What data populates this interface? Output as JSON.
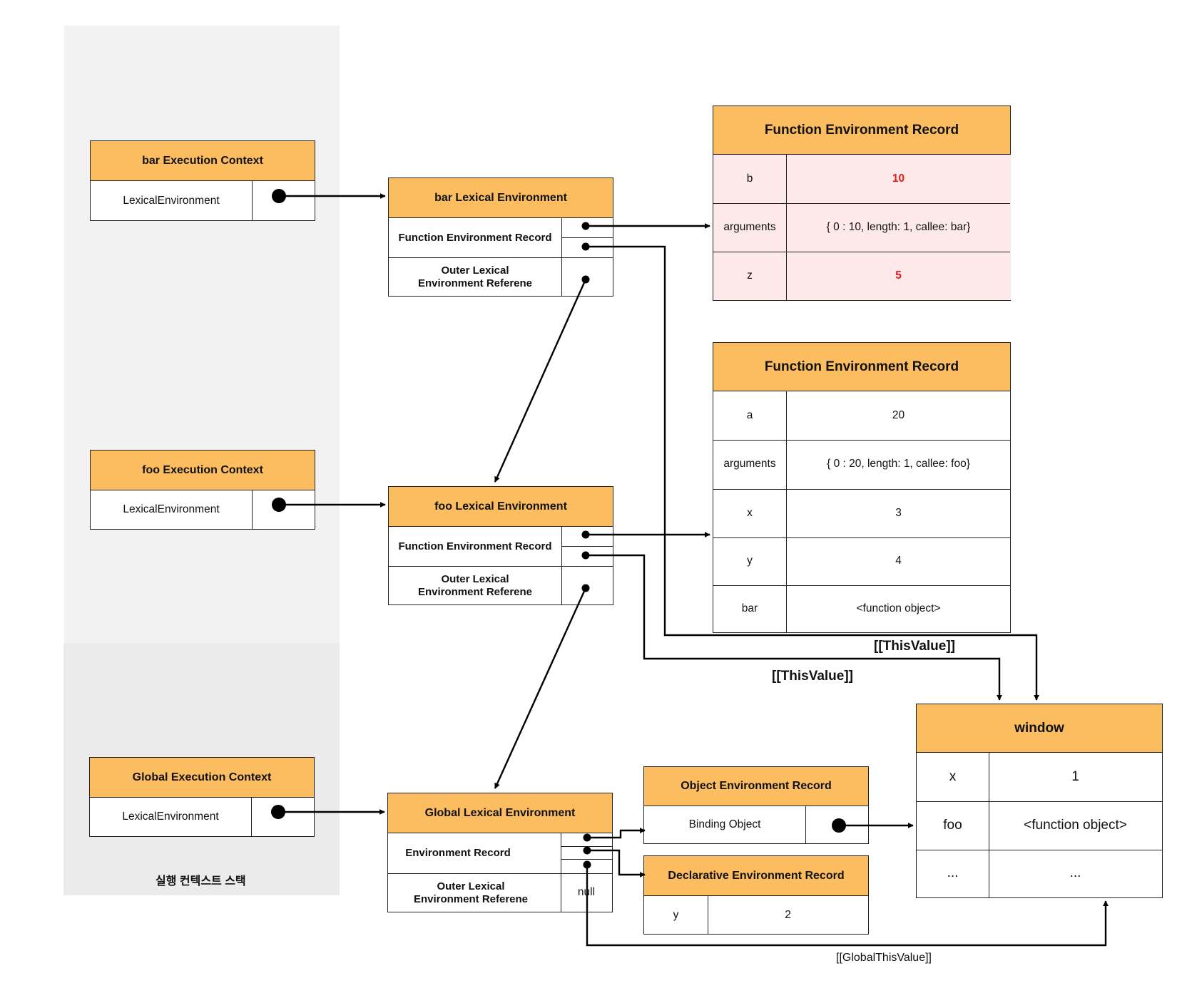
{
  "stack": {
    "label": "실행 컨텍스트 스택"
  },
  "exec_contexts": {
    "bar": {
      "title": "bar Execution Context",
      "field": "LexicalEnvironment"
    },
    "foo": {
      "title": "foo Execution Context",
      "field": "LexicalEnvironment"
    },
    "global": {
      "title": "Global Execution Context",
      "field": "LexicalEnvironment"
    }
  },
  "lexical_envs": {
    "bar": {
      "title": "bar Lexical Environment",
      "record": "Function Environment Record",
      "outer": "Outer Lexical Environment Referene"
    },
    "foo": {
      "title": "foo Lexical Environment",
      "record": "Function Environment Record",
      "outer": "Outer Lexical Environment Referene"
    },
    "global": {
      "title": "Global Lexical Environment",
      "record": "Environment Record",
      "outer": "Outer Lexical Environment Referene",
      "outer_value": "null"
    }
  },
  "bar_function_record": {
    "title": "Function Environment Record",
    "rows": [
      {
        "key": "b",
        "value": "10"
      },
      {
        "key": "arguments",
        "value": "{ 0 : 10, length: 1, callee: bar}"
      },
      {
        "key": "z",
        "value": "5"
      }
    ]
  },
  "foo_function_record": {
    "title": "Function Environment Record",
    "rows": [
      {
        "key": "a",
        "value": "20"
      },
      {
        "key": "arguments",
        "value": "{ 0 : 20, length: 1, callee: foo}"
      },
      {
        "key": "x",
        "value": "3"
      },
      {
        "key": "y",
        "value": "4"
      },
      {
        "key": "bar",
        "value": "<function object>"
      }
    ]
  },
  "object_record": {
    "title": "Object  Environment Record",
    "field": "Binding Object"
  },
  "declarative_record": {
    "title": "Declarative Environment Record",
    "key": "y",
    "value": "2"
  },
  "window": {
    "title": "window",
    "rows": [
      {
        "key": "x",
        "value": "1"
      },
      {
        "key": "foo",
        "value": "<function object>"
      },
      {
        "key": "...",
        "value": "..."
      }
    ]
  },
  "edge_labels": {
    "this_value_bar": "[[ThisValue]]",
    "this_value_foo": "[[ThisValue]]",
    "global_this_value": "[[GlobalThisValue]]"
  },
  "colors": {
    "header": "#fbbd5f",
    "highlight_row": "#fde9e9",
    "highlight_text": "#e31b1b",
    "stack_bg": "#f2f2f2"
  }
}
